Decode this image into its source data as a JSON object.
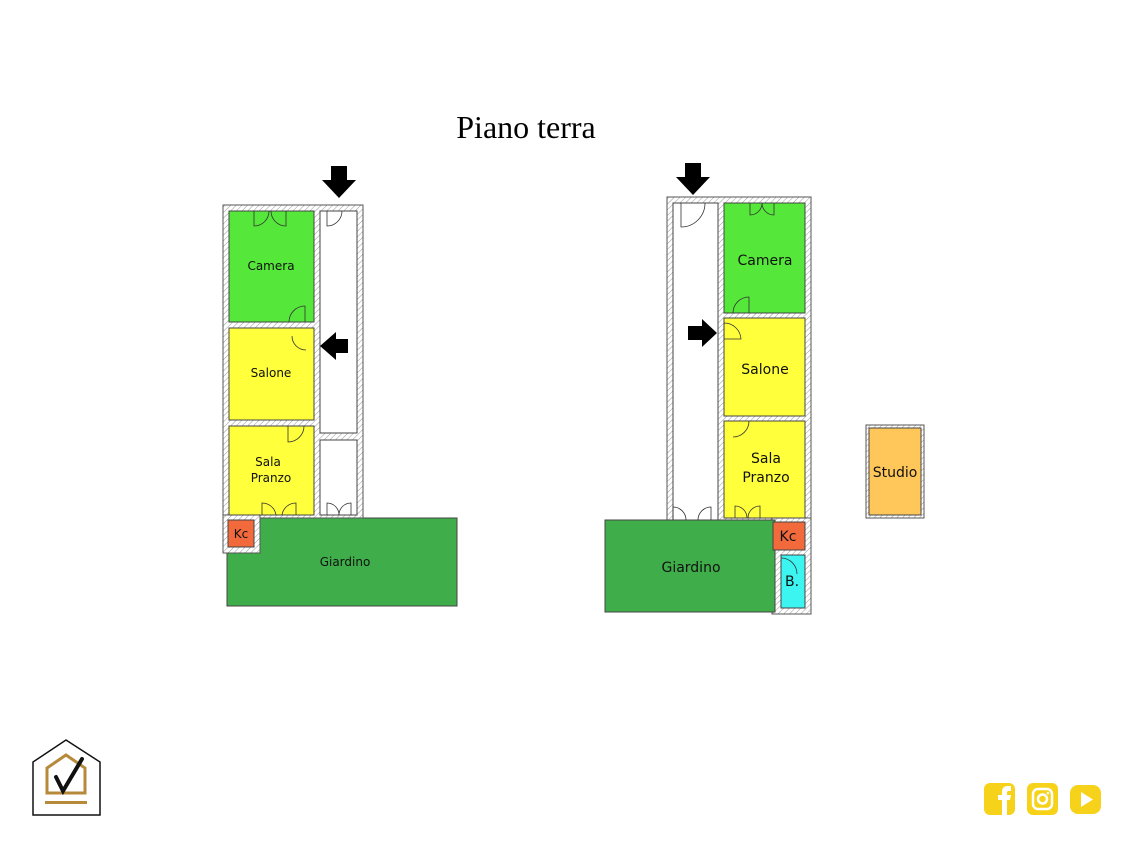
{
  "title": "Piano terra",
  "left_plan": {
    "rooms": {
      "camera": "Camera",
      "salone": "Salone",
      "sala_1": "Sala",
      "sala_2": "Pranzo",
      "kc": "Kc",
      "giardino": "Giardino"
    }
  },
  "right_plan": {
    "rooms": {
      "camera": "Camera",
      "salone": "Salone",
      "sala_1": "Sala",
      "sala_2": "Pranzo",
      "kc": "Kc",
      "bagno": "B.",
      "giardino": "Giardino",
      "studio": "Studio"
    }
  },
  "colors": {
    "camera": "#55e83a",
    "salone": "#ffff3c",
    "kc": "#f26a3c",
    "giardino": "#3fae4a",
    "bagno": "#3cf5f0",
    "studio": "#ffc75a",
    "social": "#f7d21a",
    "logo_gold": "#b7893a"
  },
  "social": [
    "facebook-icon",
    "instagram-icon",
    "youtube-icon"
  ]
}
